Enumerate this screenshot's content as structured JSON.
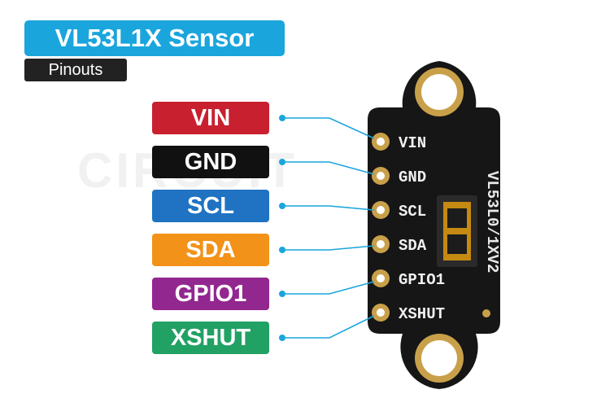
{
  "title": "VL53L1X Sensor",
  "subtitle": "Pinouts",
  "board_text": "VL53L0/1XV2",
  "pins": [
    {
      "name": "VIN",
      "color": "#c8202f",
      "silk": "VIN"
    },
    {
      "name": "GND",
      "color": "#111111",
      "silk": "GND"
    },
    {
      "name": "SCL",
      "color": "#1f73c2",
      "silk": "SCL"
    },
    {
      "name": "SDA",
      "color": "#f39218",
      "silk": "SDA"
    },
    {
      "name": "GPIO1",
      "color": "#92278f",
      "silk": "GPIO1"
    },
    {
      "name": "XSHUT",
      "color": "#21a164",
      "silk": "XSHUT"
    }
  ],
  "line_color": "#1aa5dd"
}
